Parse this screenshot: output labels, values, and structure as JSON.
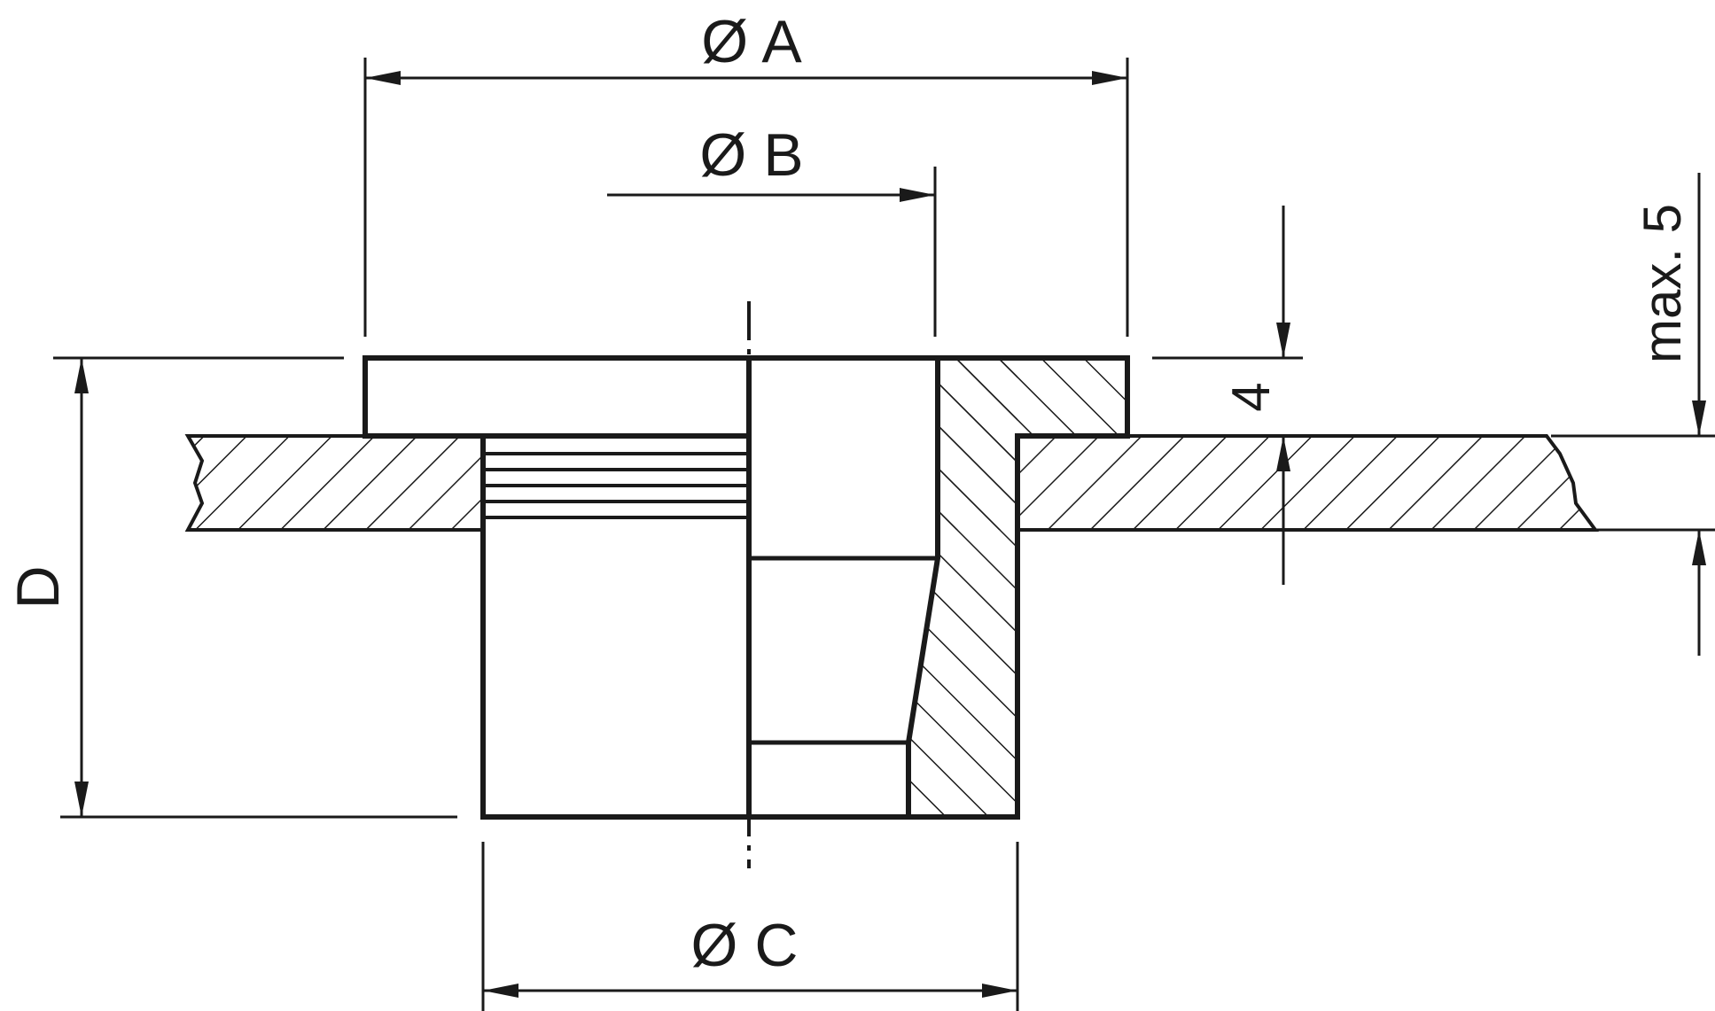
{
  "labels": {
    "dim_a": "Ø A",
    "dim_b": "Ø B",
    "dim_c": "Ø C",
    "dim_d": "D",
    "dim_4": "4",
    "dim_max5": "max. 5"
  },
  "colors": {
    "stroke": "#1a1a1a",
    "background": "#ffffff"
  }
}
